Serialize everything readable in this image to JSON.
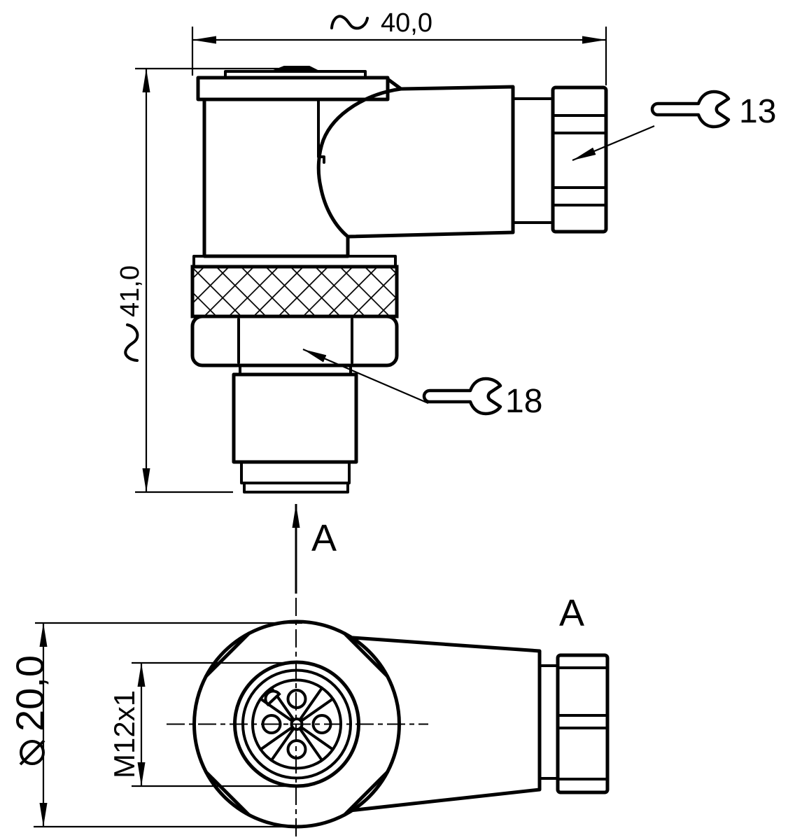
{
  "drawing": {
    "background": "#ffffff",
    "line_color": "#000000",
    "dimensions": {
      "width_top": {
        "approx_symbol": "∿",
        "value": "40,0"
      },
      "height_left": {
        "approx_symbol": "∿",
        "value": "41,0"
      },
      "outer_diameter": {
        "symbol": "⌀",
        "value": "20,0"
      },
      "thread": "M12x1"
    },
    "wrench_callouts": {
      "cable_gland_nut": "13",
      "coupling_hex_nut": "18"
    },
    "section": {
      "arrow_label": "A",
      "view_label": "A"
    }
  }
}
